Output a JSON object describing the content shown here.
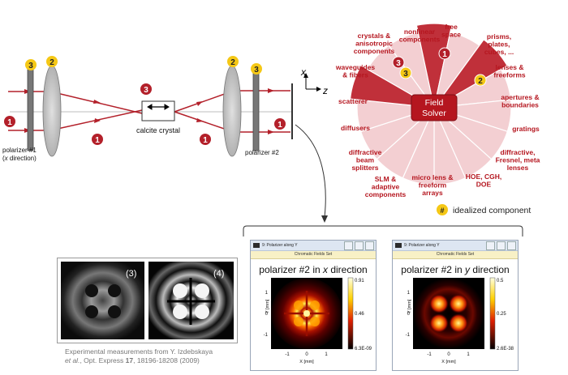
{
  "setup": {
    "polarizer1_line1": "polarizer #1",
    "polarizer1_line2_pre": "(",
    "polarizer1_line2_x": "x",
    "polarizer1_line2_post": " direction)",
    "polarizer2": "polarizer #2",
    "crystal": "calcite crystal",
    "axis_x": "x",
    "axis_z": "z",
    "markers": {
      "one": "1",
      "two": "2",
      "three": "3"
    }
  },
  "wheel": {
    "center_line1": "Field",
    "center_line2": "Solver",
    "sectors": [
      {
        "lines": [
          "nonlinear",
          "components"
        ]
      },
      {
        "lines": [
          "free",
          "space"
        ]
      },
      {
        "lines": [
          "prisms,",
          "plates,",
          "cubes, ..."
        ]
      },
      {
        "lines": [
          "lenses &",
          "freeforms"
        ]
      },
      {
        "lines": [
          "apertures &",
          "boundaries"
        ]
      },
      {
        "lines": [
          "gratings"
        ]
      },
      {
        "lines": [
          "diffractive,",
          "Fresnel, meta",
          "lenses"
        ]
      },
      {
        "lines": [
          "HOE, CGH,",
          "DOE"
        ]
      },
      {
        "lines": [
          "micro lens &",
          "freeform",
          "arrays"
        ]
      },
      {
        "lines": [
          "SLM &",
          "adaptive",
          "components"
        ]
      },
      {
        "lines": [
          "diffractive",
          "beam",
          "splitters"
        ]
      },
      {
        "lines": [
          "diffusers"
        ]
      },
      {
        "lines": [
          "scatterer"
        ]
      },
      {
        "lines": [
          "waveguides",
          "& fibers"
        ]
      },
      {
        "lines": [
          "crystals &",
          "anisotropic",
          "components"
        ]
      }
    ],
    "legend_marker": "#",
    "legend_text": "idealized component"
  },
  "experiment": {
    "label3": "(3)",
    "label4": "(4)",
    "caption_line1": "Experimental measurements from Y. Izdebskaya",
    "caption_etal": "et al.",
    "caption_journal": ", Opt. Express ",
    "caption_volume": "17",
    "caption_pages": ", 18196-18208 (2009)"
  },
  "panels": [
    {
      "window_title": "9: Polarizer along Y",
      "subtitle": "Chromatic Fields Set",
      "plot_title_pre": "polarizer #2 in ",
      "plot_title_dir": "x",
      "plot_title_post": " direction",
      "colorbar_max": "0.91",
      "colorbar_mid": "0.46",
      "colorbar_min": "6.3E-09",
      "x_label": "X [mm]",
      "y_label": "Y [mm]",
      "ticks": [
        "-1",
        "0",
        "1"
      ]
    },
    {
      "window_title": "9: Polarizer along Y",
      "subtitle": "Chromatic Fields Set",
      "plot_title_pre": "polarizer #2 in ",
      "plot_title_dir": "y",
      "plot_title_post": " direction",
      "colorbar_max": "0.5",
      "colorbar_mid": "0.25",
      "colorbar_min": "2.6E-38",
      "x_label": "X [mm]",
      "y_label": "Y [mm]",
      "ticks": [
        "-1",
        "0",
        "1"
      ]
    }
  ]
}
